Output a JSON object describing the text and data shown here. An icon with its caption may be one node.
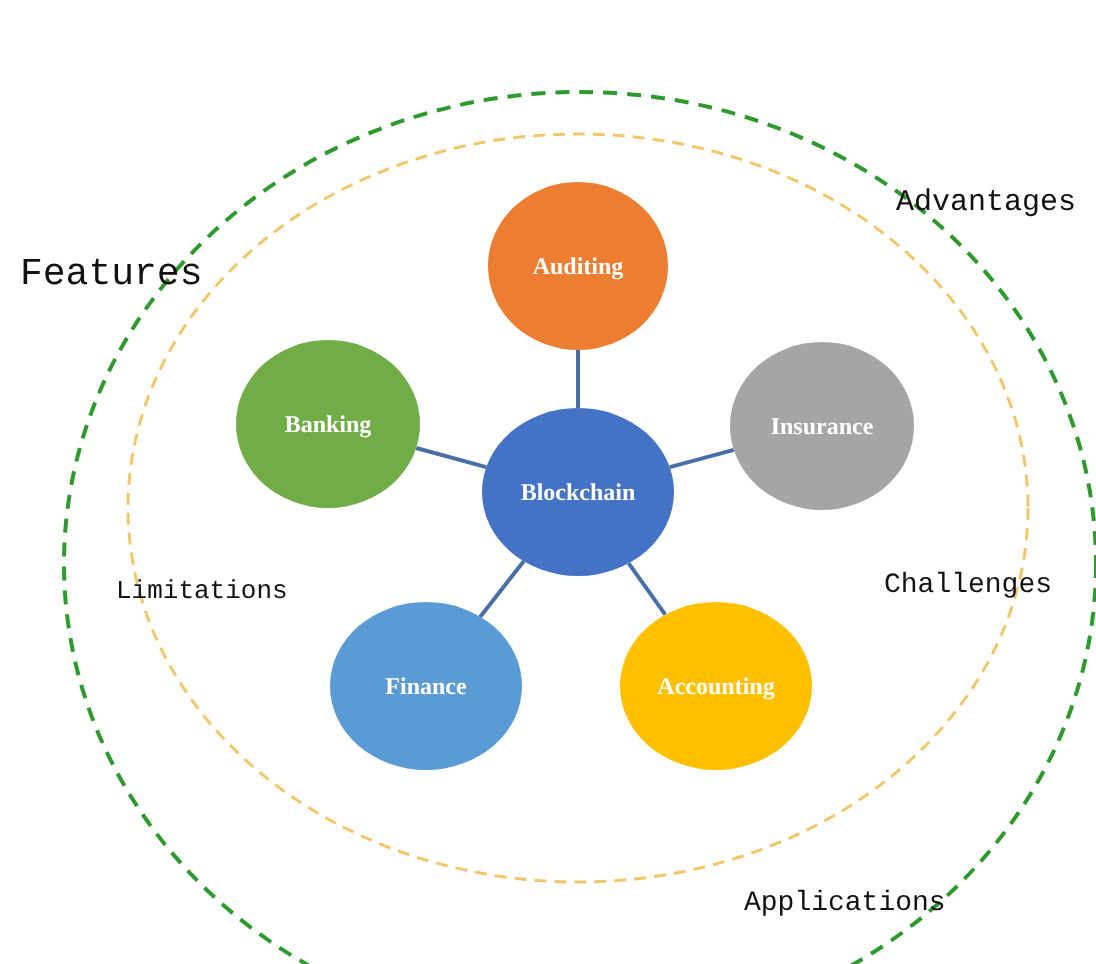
{
  "diagram": {
    "nodes": [
      {
        "text": [
          "Auditing"
        ]
      },
      {
        "text": [
          "Banking"
        ]
      },
      {
        "text": [
          "Insurance"
        ]
      },
      {
        "text": [
          "Blockchain"
        ]
      },
      {
        "text": [
          "Finance"
        ]
      },
      {
        "text": [
          "Accounting"
        ]
      }
    ],
    "edges": [
      {
        "from": 3,
        "to": 0,
        "arrow": "none"
      },
      {
        "from": 3,
        "to": 1,
        "arrow": "none"
      },
      {
        "from": 3,
        "to": 2,
        "arrow": "none"
      },
      {
        "from": 3,
        "to": 4,
        "arrow": "none"
      },
      {
        "from": 3,
        "to": 5,
        "arrow": "none"
      }
    ],
    "labels": [
      "Advantages",
      "Features",
      "Limitations",
      "Challenges",
      "Applications"
    ]
  }
}
